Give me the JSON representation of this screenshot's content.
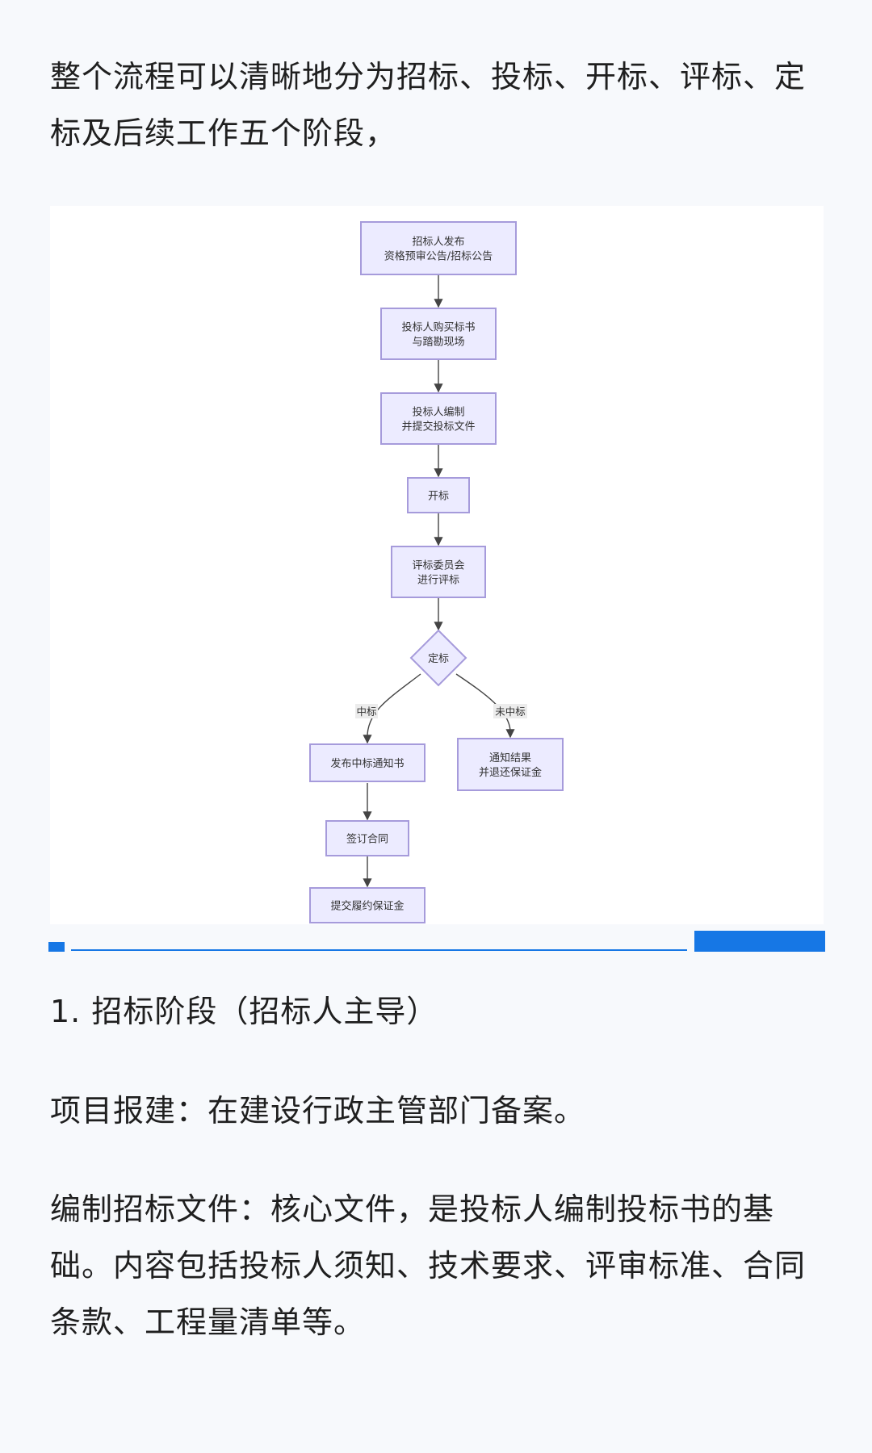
{
  "article": {
    "intro": "整个流程可以清晰地分为招标、投标、开标、评标、定标及后续工作五个阶段，",
    "section_1_title": "1. 招标阶段（招标人主导）",
    "paragraph_1": "项目报建：在建设行政主管部门备案。",
    "paragraph_2": "编制招标文件：核心文件，是投标人编制投标书的基础。内容包括投标人须知、技术要求、评审标准、合同条款、工程量清单等。"
  },
  "diagram": {
    "nodes": {
      "n1": [
        "招标人发布",
        "资格预审公告/招标公告"
      ],
      "n2": [
        "投标人购买标书",
        "与踏勘现场"
      ],
      "n3": [
        "投标人编制",
        "并提交投标文件"
      ],
      "n4": [
        "开标"
      ],
      "n5": [
        "评标委员会",
        "进行评标"
      ],
      "n6": [
        "定标"
      ],
      "n7": [
        "发布中标通知书"
      ],
      "n8": [
        "通知结果",
        "并退还保证金"
      ],
      "n9": [
        "签订合同"
      ],
      "n10": [
        "提交履约保证金"
      ]
    },
    "edge_labels": {
      "win": "中标",
      "lose": "未中标"
    },
    "colors": {
      "node_fill": "#ecebff",
      "node_stroke": "#a69bdb",
      "accent": "#1677e5"
    }
  }
}
